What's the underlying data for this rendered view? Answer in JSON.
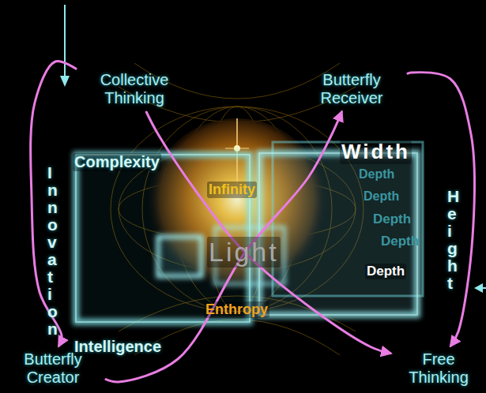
{
  "diagram": {
    "nodes": [
      {
        "text": [
          "Collective Thinking"
        ]
      },
      {
        "text": [
          "Butterfly Receiver"
        ]
      },
      {
        "text": [
          "Butterfly Creator"
        ]
      },
      {
        "text": [
          "Free Thinking"
        ]
      }
    ],
    "edges": [
      {
        "from": 0,
        "to": 2,
        "arrow": "to"
      },
      {
        "from": 2,
        "to": 1,
        "arrow": "to"
      },
      {
        "from": 1,
        "to": 3,
        "arrow": "to"
      },
      {
        "from": 0,
        "to": 3,
        "arrow": "to"
      }
    ],
    "labels": [
      "Innovation",
      "Complexity",
      "Infinity",
      "Width",
      "Depth",
      "Depth",
      "Depth",
      "Depth",
      "Light",
      "Depth",
      "Height",
      "Enthropy",
      "Intelligence"
    ]
  }
}
